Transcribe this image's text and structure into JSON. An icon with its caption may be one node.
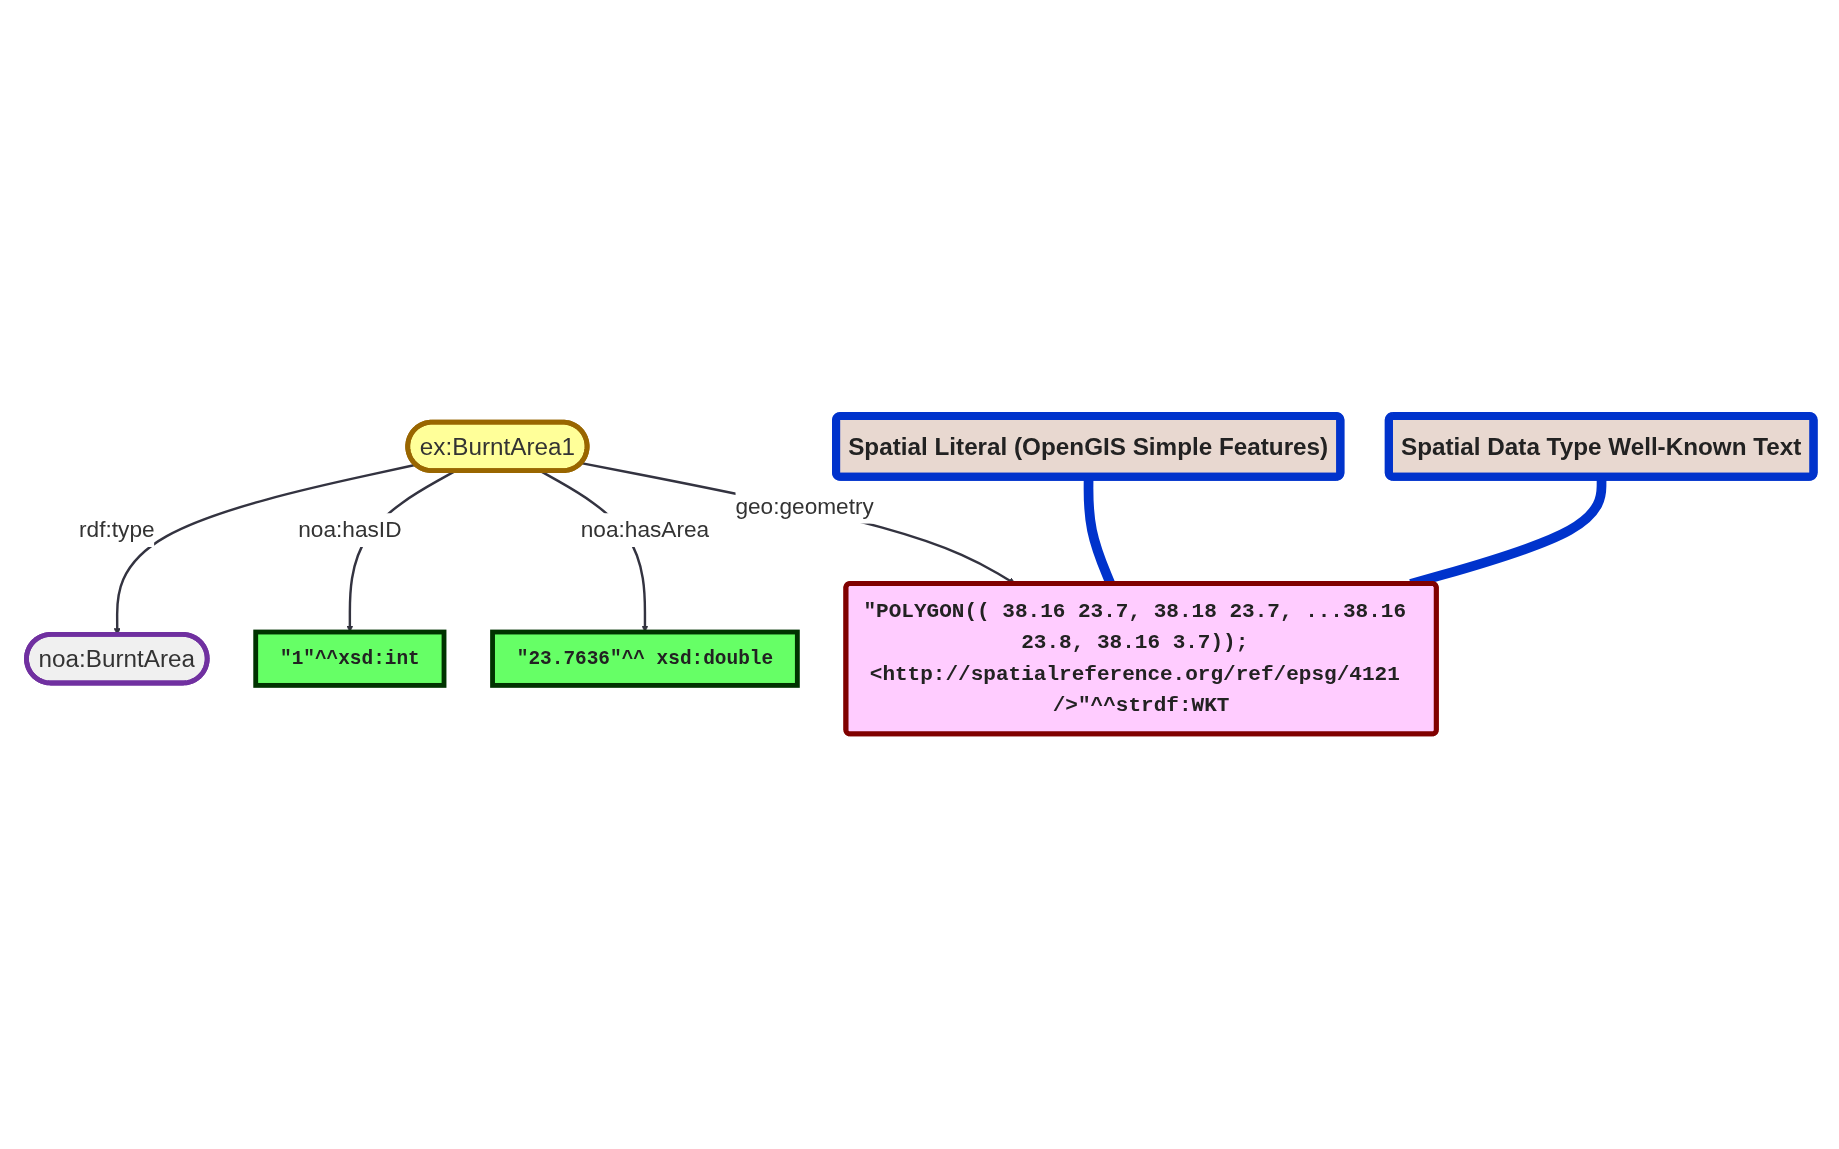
{
  "diagram": {
    "nodes": [
      {
        "text": [
          "noa:BurntArea"
        ]
      },
      {
        "text": [
          "ex:BurntArea1"
        ]
      },
      {
        "text": [
          "\"1\"^^xsd:int"
        ]
      },
      {
        "text": [
          "\"23.7636\"^^ xsd:double"
        ]
      },
      {
        "text": [
          "\"POLYGON(( 38.16 23.7, 38.18 23.7, ...38.16 23.8, 38.16 3.7)); <http://spatialreference.org/ref/epsg/4121 />\"^^strdf:WKT"
        ]
      },
      {
        "text": [
          "Spatial Literal (OpenGIS Simple Features)"
        ]
      },
      {
        "text": [
          "Spatial Data Type Well-Known Text"
        ]
      }
    ],
    "edges": [
      {
        "from": 1,
        "to": 0,
        "arrow": "to",
        "label": "rdf:type"
      },
      {
        "from": 1,
        "to": 2,
        "arrow": "to",
        "label": "noa:hasID"
      },
      {
        "from": 1,
        "to": 3,
        "arrow": "to",
        "label": "noa:hasArea"
      },
      {
        "from": 1,
        "to": 4,
        "arrow": "to",
        "label": "geo:geometry"
      },
      {
        "from": 5,
        "to": 4,
        "arrow": "none",
        "style": "thick",
        "color": "#0033cc"
      },
      {
        "from": 6,
        "to": 4,
        "arrow": "none",
        "style": "thick",
        "color": "#0033cc"
      }
    ]
  }
}
